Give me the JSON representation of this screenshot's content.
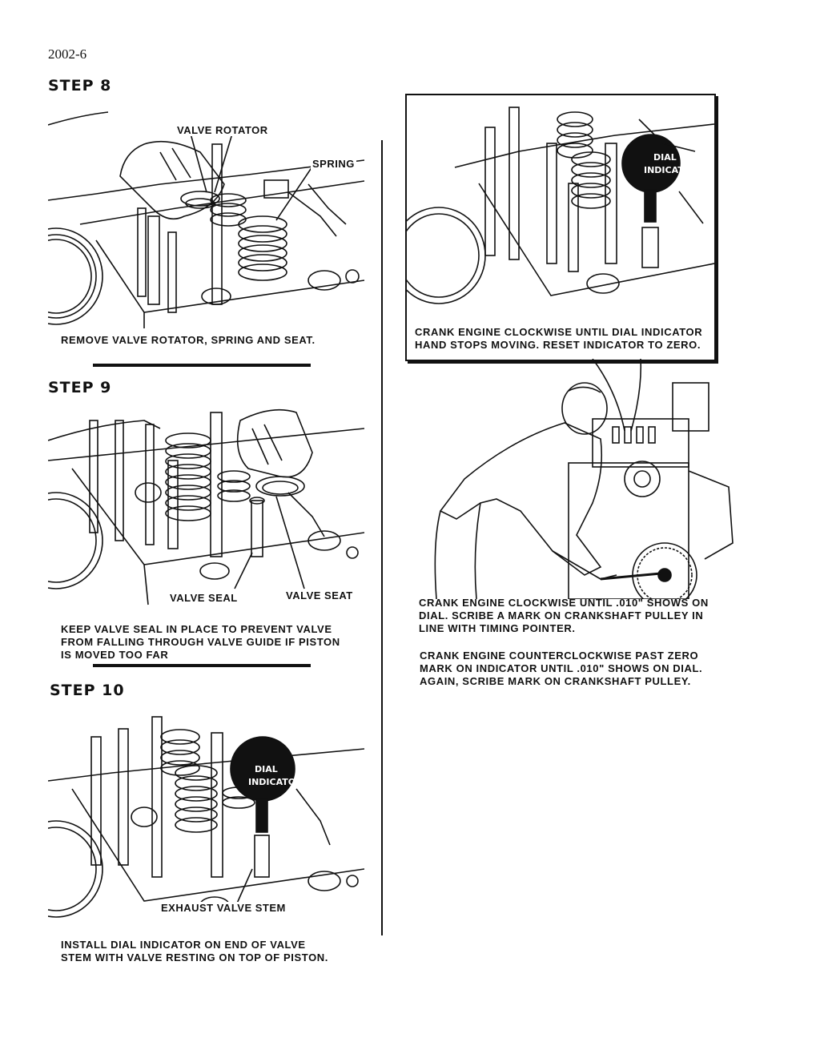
{
  "page_number": "2002-6",
  "steps": [
    {
      "heading": "STEP 8",
      "labels": {
        "valve_rotator": "VALVE ROTATOR",
        "spring": "SPRING"
      },
      "caption": "REMOVE VALVE ROTATOR, SPRING AND SEAT."
    },
    {
      "heading": "STEP 9",
      "labels": {
        "valve_seal": "VALVE SEAL",
        "valve_seat": "VALVE SEAT"
      },
      "caption_lines": [
        "KEEP VALVE SEAL IN PLACE TO PREVENT VALVE",
        "FROM FALLING THROUGH VALVE GUIDE IF PISTON",
        "IS MOVED TOO FAR"
      ]
    },
    {
      "heading": "STEP 10",
      "labels": {
        "exhaust_valve_stem": "EXHAUST VALVE STEM",
        "dial_indicator": [
          "DIAL",
          "INDICATOR"
        ]
      },
      "caption_lines": [
        "INSTALL DIAL INDICATOR ON END OF VALVE",
        "STEM WITH VALVE RESTING ON TOP OF PISTON."
      ]
    }
  ],
  "right_column": {
    "inset_labels": {
      "dial_indicator": [
        "DIAL",
        "INDICATOR"
      ]
    },
    "inset_caption_lines": [
      "CRANK ENGINE CLOCKWISE UNTIL DIAL INDICATOR",
      "HAND STOPS MOVING. RESET INDICATOR TO ZERO."
    ],
    "paragraph_1": [
      "CRANK ENGINE CLOCKWISE UNTIL .010\" SHOWS ON",
      "DIAL. SCRIBE A MARK ON CRANKSHAFT PULLEY IN",
      "LINE WITH TIMING POINTER."
    ],
    "paragraph_2": [
      "CRANK ENGINE COUNTERCLOCKWISE PAST ZERO",
      "MARK ON INDICATOR UNTIL .010\" SHOWS ON DIAL.",
      "AGAIN, SCRIBE MARK ON CRANKSHAFT PULLEY."
    ]
  }
}
